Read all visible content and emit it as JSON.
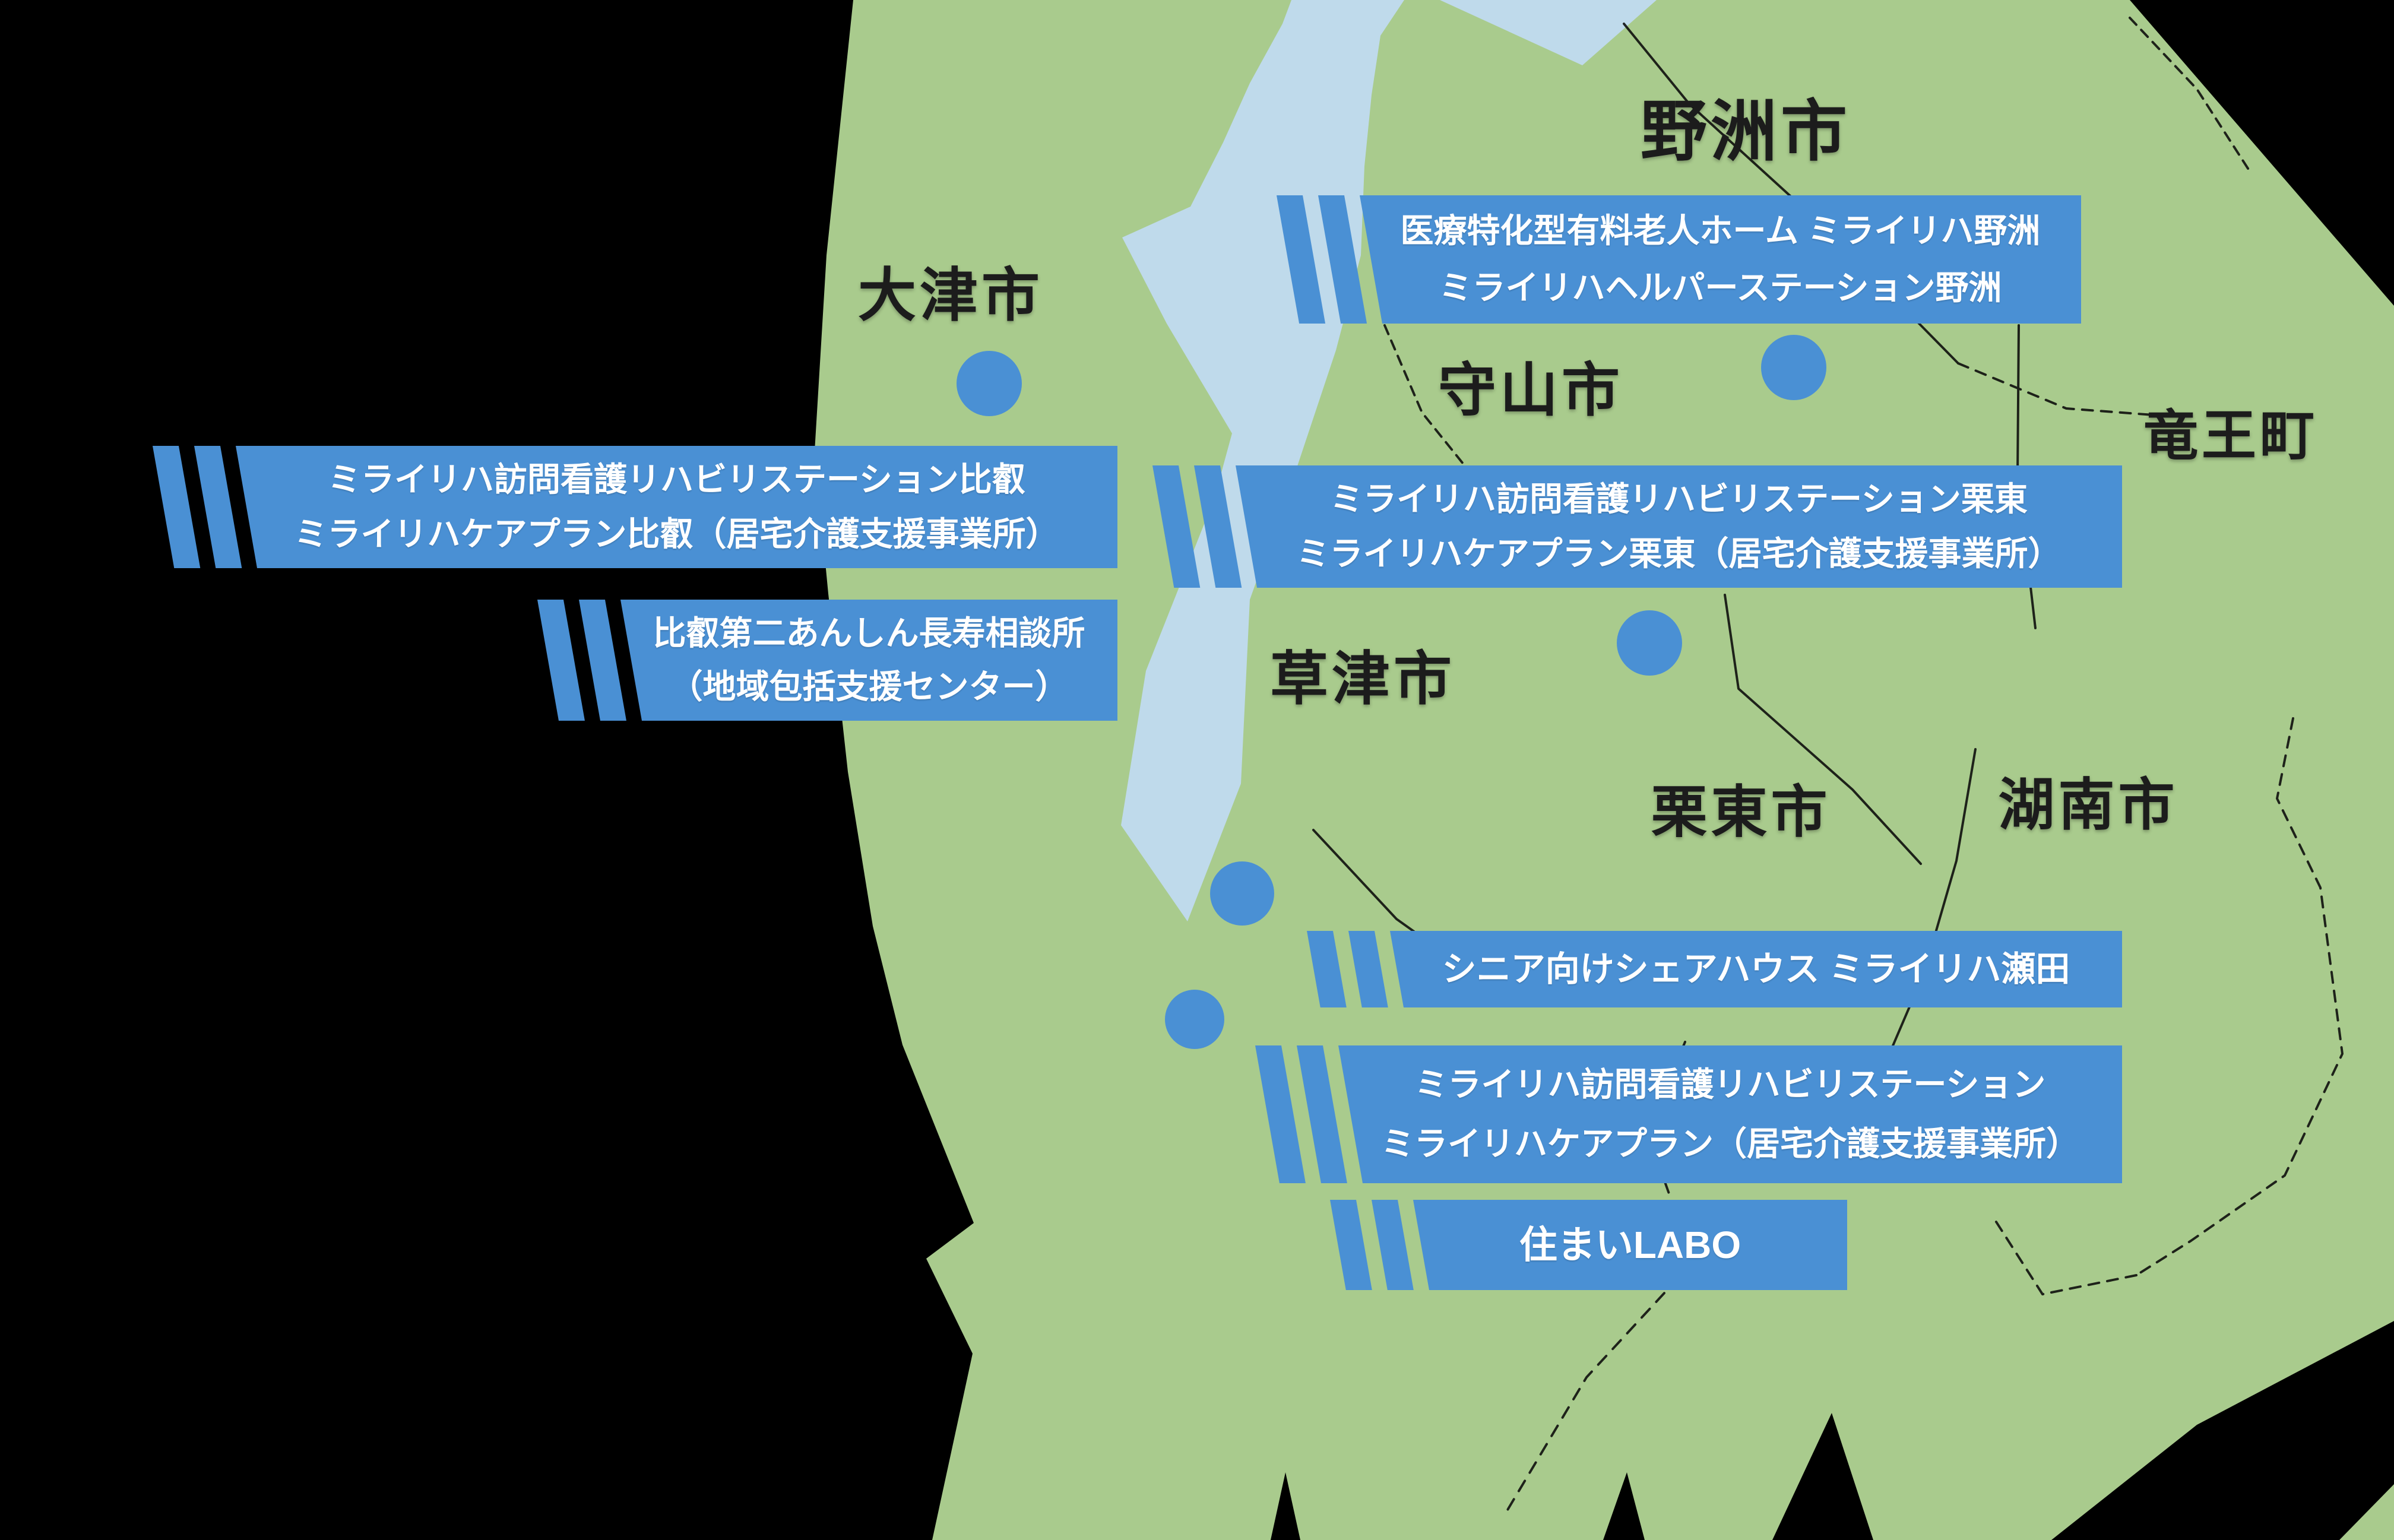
{
  "colors": {
    "background": "#000000",
    "land": "#a9cb8d",
    "lake": "#bfdaeb",
    "banner_blue": "#4a90d4",
    "marker_blue": "#4a90d4",
    "boundary_line": "#0a0a0a",
    "city_label_text": "#1c1c1c",
    "banner_text": "#ffffff"
  },
  "cities": [
    {
      "label": "野洲市"
    },
    {
      "label": "大津市"
    },
    {
      "label": "守山市"
    },
    {
      "label": "竜王町"
    },
    {
      "label": "草津市"
    },
    {
      "label": "栗東市"
    },
    {
      "label": "湖南市"
    }
  ],
  "facilities": {
    "banners": [
      {
        "lines": [
          "医療特化型有料老人ホーム ミライリハ野洲",
          "ミライリハヘルパーステーション野洲"
        ]
      },
      {
        "lines": [
          "ミライリハ訪問看護リハビリステーション比叡",
          "ミライリハケアプラン比叡（居宅介護支援事業所）"
        ]
      },
      {
        "lines": [
          "比叡第二あんしん長寿相談所",
          "（地域包括支援センター）"
        ]
      },
      {
        "lines": [
          "ミライリハ訪問看護リハビリステーション栗東",
          "ミライリハケアプラン栗東（居宅介護支援事業所）"
        ]
      },
      {
        "lines": [
          "シニア向けシェアハウス ミライリハ瀬田"
        ]
      },
      {
        "lines": [
          "ミライリハ訪問看護リハビリステーション",
          "ミライリハケアプラン（居宅介護支援事業所）"
        ]
      },
      {
        "lines": [
          "住まいLABO"
        ]
      }
    ]
  },
  "markers": {
    "count": 5
  }
}
